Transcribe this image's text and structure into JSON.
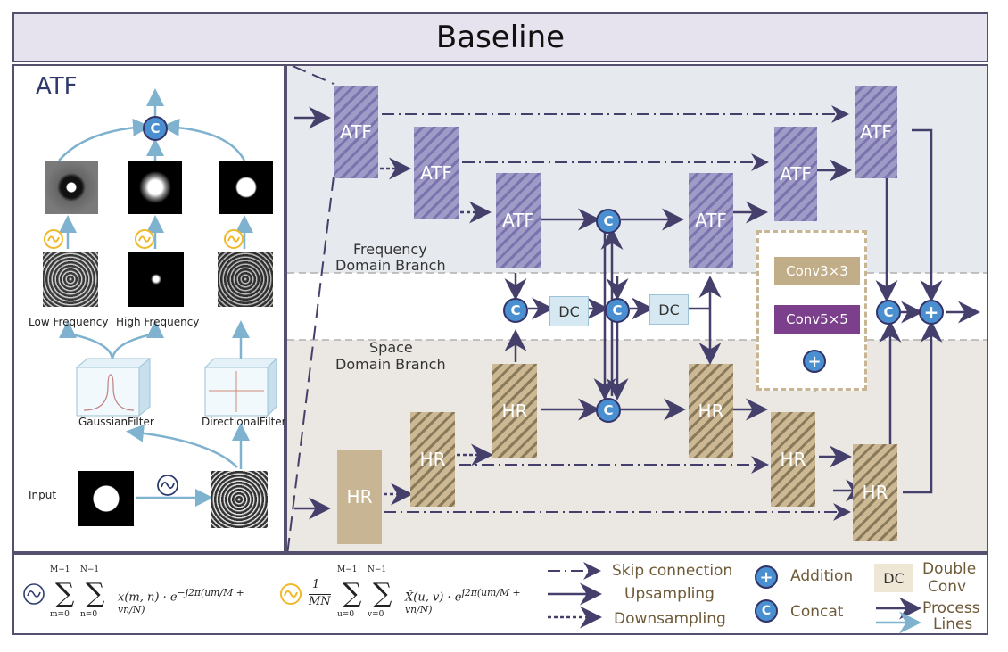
{
  "title": "Baseline",
  "atf_panel": {
    "heading": "ATF",
    "concat_symbol": "C",
    "input_label": "Input",
    "low_freq_label": "Low Frequency",
    "high_freq_label": "High Frequency",
    "gaussian_label": "GaussianFilter",
    "directional_label": "DirectionalFilter"
  },
  "network": {
    "atf_label": "ATF",
    "hr_label": "HR",
    "dc_label": "DC",
    "concat_symbol": "C",
    "add_symbol": "+",
    "freq_branch_line1": "Frequency",
    "freq_branch_line2": "Domain Branch",
    "space_branch_line1": "Space",
    "space_branch_line2": "Domain Branch",
    "conv3_label": "Conv3×3",
    "conv5_label": "Conv5×5"
  },
  "legend": {
    "skip": "Skip connection",
    "upsampling": "Upsampling",
    "downsampling": "Downsampling",
    "addition": "Addition",
    "concat": "Concat",
    "dc_box": "DC",
    "double_conv_line1": "Double",
    "double_conv_line2": "Conv",
    "process_line1": "Process",
    "process_line2": "Lines"
  },
  "colors": {
    "atf": "#8c86bd",
    "hr": "#c8b593",
    "node": "#4a8fcf",
    "arrow": "#45406b",
    "process_line": "#7fb2cf",
    "conv3": "#c2ad89",
    "conv5": "#7b3f8c"
  }
}
